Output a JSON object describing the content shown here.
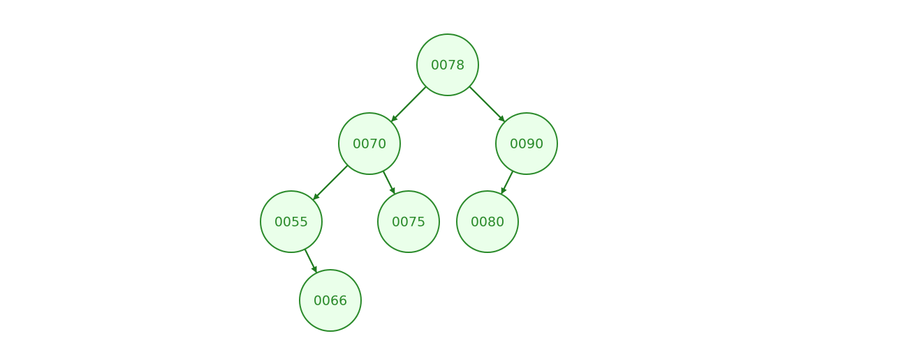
{
  "diagram": {
    "type": "binary-tree",
    "colors": {
      "node_fill": "#eaffea",
      "node_stroke": "#2a8a2a",
      "edge": "#1f7a1f",
      "label": "#2a8a2a"
    },
    "nodes": [
      {
        "id": "n78",
        "label": "0078"
      },
      {
        "id": "n70",
        "label": "0070"
      },
      {
        "id": "n90",
        "label": "0090"
      },
      {
        "id": "n55",
        "label": "0055"
      },
      {
        "id": "n75",
        "label": "0075"
      },
      {
        "id": "n80",
        "label": "0080"
      },
      {
        "id": "n66",
        "label": "0066"
      }
    ],
    "edges": [
      {
        "from": "n78",
        "to": "n70"
      },
      {
        "from": "n78",
        "to": "n90"
      },
      {
        "from": "n70",
        "to": "n55"
      },
      {
        "from": "n70",
        "to": "n75"
      },
      {
        "from": "n90",
        "to": "n80"
      },
      {
        "from": "n55",
        "to": "n66"
      }
    ]
  }
}
